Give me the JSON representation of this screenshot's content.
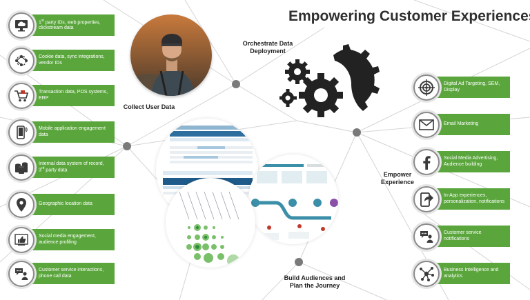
{
  "title": "Empowering Customer Experiences",
  "sources": [
    {
      "icon": "cloud-monitor-icon",
      "text_parts": [
        "1",
        "st",
        " party IDs, web properties, clickstream data"
      ]
    },
    {
      "icon": "network-sync-icon",
      "text_parts": [
        "Cookie data, sync integrations, vendor IDs"
      ]
    },
    {
      "icon": "shopping-cart-icon",
      "text_parts": [
        "Transaction data, POS systems, ERP"
      ]
    },
    {
      "icon": "mobile-phone-icon",
      "text_parts": [
        "Mobile application engagement data"
      ]
    },
    {
      "icon": "database-icon",
      "text_parts": [
        "Internal data system of record, 3",
        "rd",
        " party data"
      ]
    },
    {
      "icon": "map-pin-icon",
      "text_parts": [
        "Geographic location data"
      ]
    },
    {
      "icon": "thumbs-up-icon",
      "text_parts": [
        "Social media engagement, audience profiling"
      ]
    },
    {
      "icon": "chat-person-icon",
      "text_parts": [
        "Customer service interactions, phone call data"
      ]
    }
  ],
  "channels": [
    {
      "icon": "target-icon",
      "text": "Digital Ad Targeting, SEM, Display"
    },
    {
      "icon": "envelope-icon",
      "text": "Email Marketing"
    },
    {
      "icon": "facebook-icon",
      "text": "Social Media Advertising, Audience building"
    },
    {
      "icon": "share-phone-icon",
      "text": "In-App experiences, personalization, notifications"
    },
    {
      "icon": "chat-person-icon",
      "text": "Customer service notifications"
    },
    {
      "icon": "network-nodes-icon",
      "text": "Business Intelligence and analytics"
    }
  ],
  "labels": {
    "collect": "Collect User Data",
    "orchestrate": "Orchestrate Data Deployment",
    "empower": "Empower Experience",
    "build": "Build Audiences and Plan the Journey"
  },
  "colors": {
    "green": "#5aa63c",
    "icon": "#3a3a3a",
    "node": "#7a7a7a",
    "line": "#d4d4d4"
  }
}
